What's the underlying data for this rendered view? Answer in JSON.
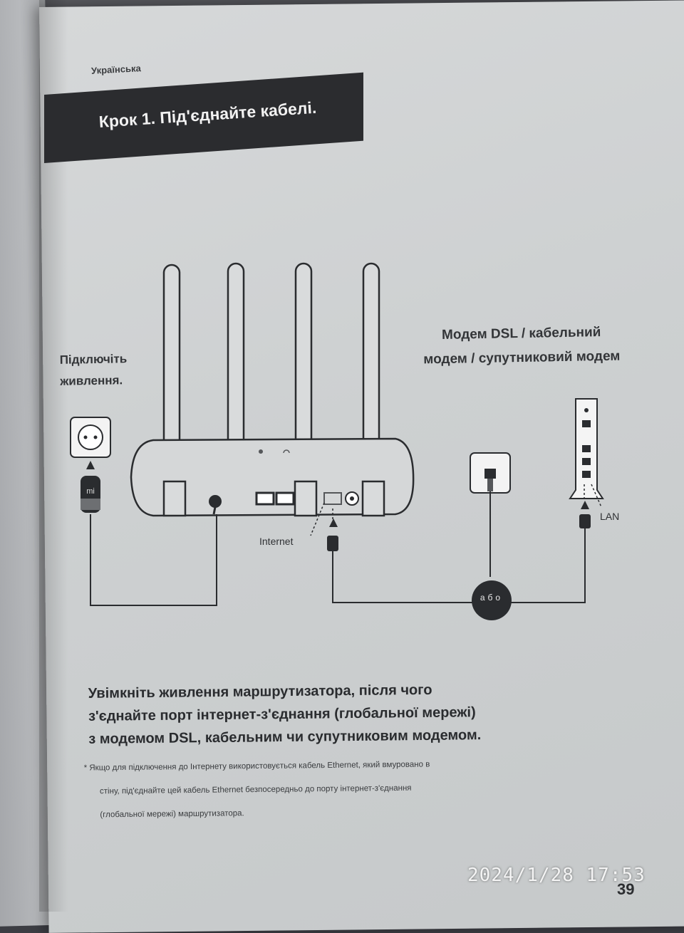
{
  "page": {
    "language_label": "Українська",
    "step_title": "Крок 1. Під'єднайте кабелі.",
    "page_number": "39"
  },
  "diagram": {
    "power_label_line1": "Підключіть",
    "power_label_line2": "живлення.",
    "modem_label_line1": "Модем DSL / кабельний",
    "modem_label_line2": "модем / супутниковий модем",
    "internet_port_label": "Internet",
    "lan_label": "LAN",
    "or_label": "або",
    "adapter_logo": "mi"
  },
  "text": {
    "main_line1": "Увімкніть живлення маршрутизатора, після чого",
    "main_line2": "з'єднайте порт інтернет-з'єднання (глобальної мережі)",
    "main_line3": "з модемом DSL, кабельним чи супутниковим модемом.",
    "footnote_line1": "* Якщо для підключення до Інтернету використовується кабель Ethernet, який вмуровано в",
    "footnote_line2": "стіну, під'єднайте цей кабель Ethernet безпосередньо до порту інтернет-з'єднання",
    "footnote_line3": "(глобальної мережі) маршрутизатора."
  },
  "photo": {
    "timestamp": "2024/1/28 17:53"
  },
  "colors": {
    "page": "#d2d4d5",
    "banner": "#2b2c2f",
    "ink": "#2a2c2f"
  }
}
